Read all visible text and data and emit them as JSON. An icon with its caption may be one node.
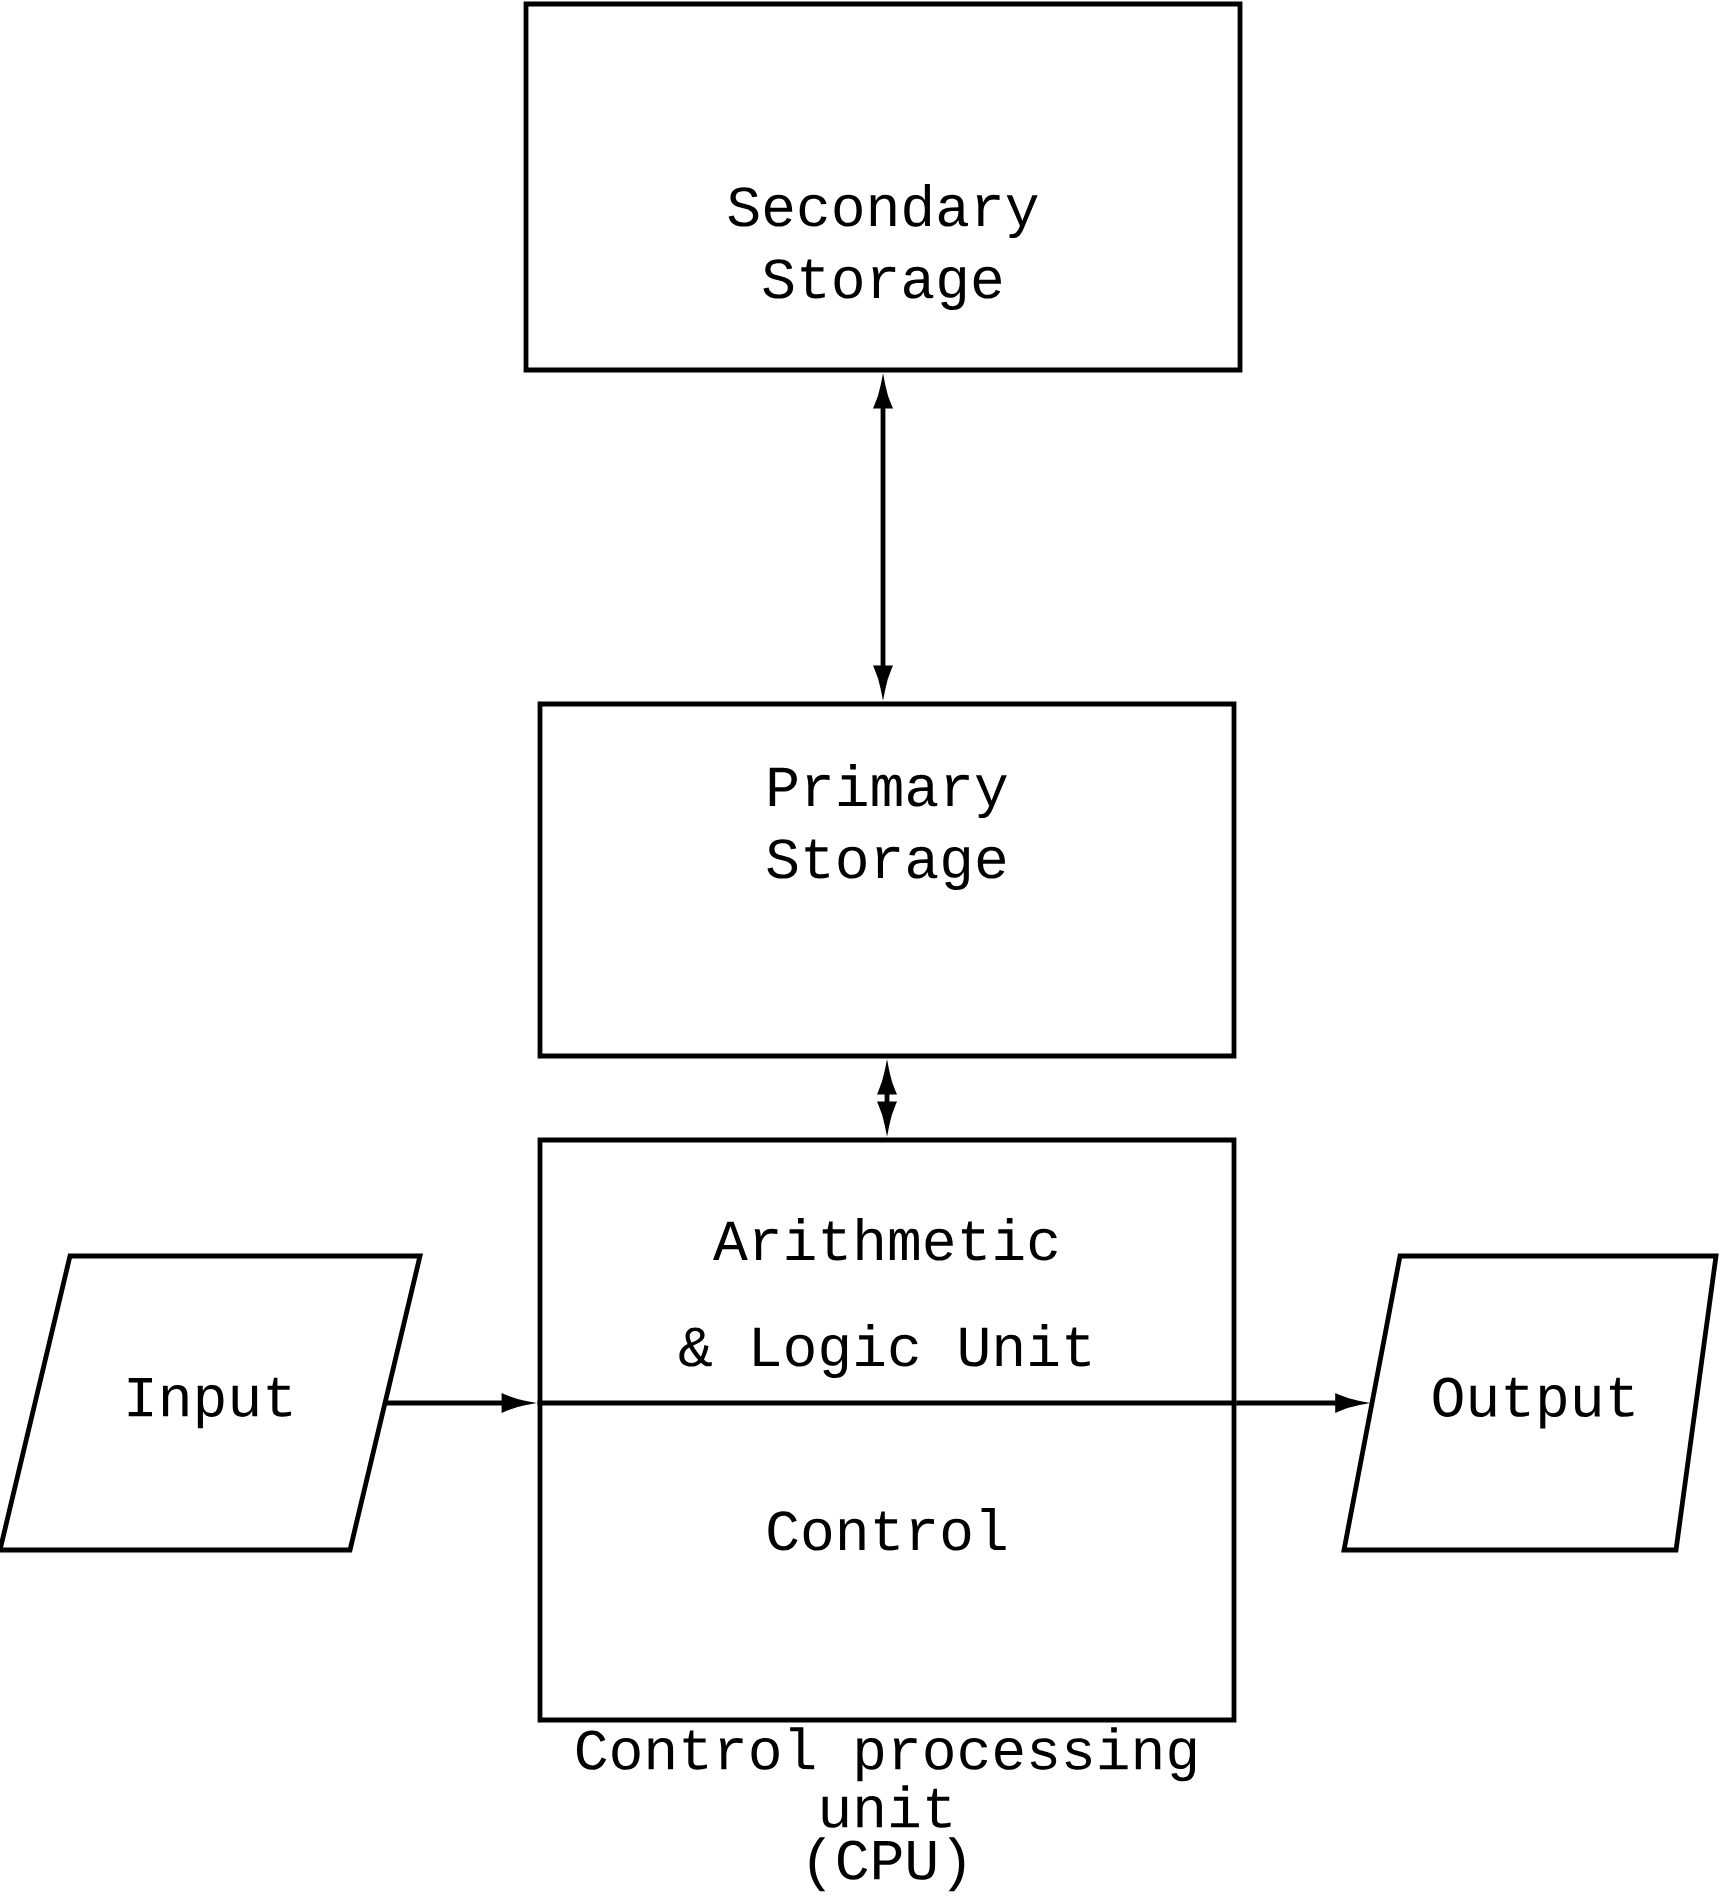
{
  "diagram": {
    "nodes": [
      {
        "text": [
          "Secondary Storage"
        ]
      },
      {
        "text": [
          "Primary Storage"
        ]
      },
      {
        "text": [
          "Arithmetic & Logic Unit",
          "Control"
        ],
        "beside": [
          "Control processing unit (CPU)"
        ]
      },
      {
        "text": [
          "Input"
        ]
      },
      {
        "text": [
          "Output"
        ]
      }
    ],
    "edges": [
      {
        "from": 0,
        "to": 1,
        "arrow": "both"
      },
      {
        "from": 1,
        "to": 2,
        "arrow": "both"
      },
      {
        "from": 3,
        "to": 2,
        "arrow": "to"
      },
      {
        "from": 2,
        "to": 4,
        "arrow": "to"
      }
    ]
  }
}
